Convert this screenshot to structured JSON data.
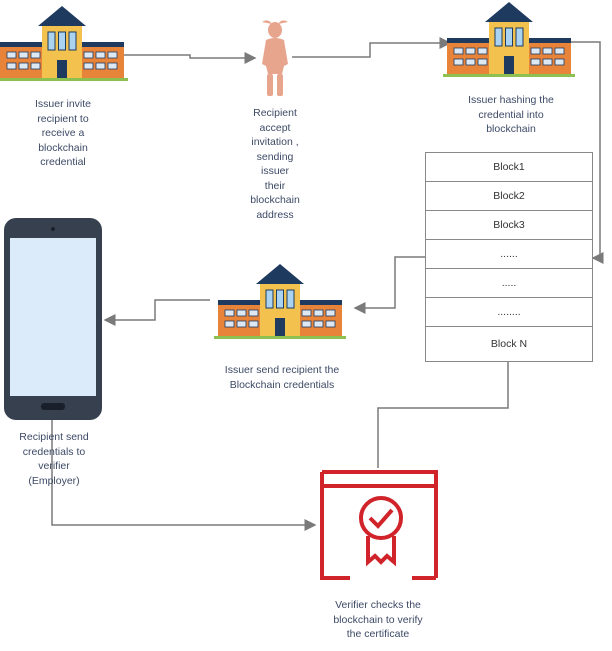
{
  "captions": {
    "issuer_invite": "Issuer invite\nrecipient to\nreceive a\nblockchain\ncredential",
    "recipient_accept": "Recipient\naccept\ninvitation ,\nsending\nissuer\ntheir\nblockchain\naddress",
    "issuer_hashing": "Issuer hashing the\ncredential into\nblockchain",
    "issuer_send": "Issuer send recipient the\nBlockchain credentials",
    "recipient_send": "Recipient send\ncredentials to\nverifier\n(Employer)",
    "verifier_checks": "Verifier checks the\nblockchain to verify\nthe certificate"
  },
  "blockchain": {
    "blocks": [
      "Block1",
      "Block2",
      "Block3",
      "......",
      ".....",
      "........",
      "Block N"
    ]
  },
  "colors": {
    "building_wall": "#e8833a",
    "building_center": "#f2c14e",
    "roof": "#1f3a5f",
    "phone_body": "#37404f",
    "phone_screen": "#dcebfa",
    "certificate": "#d0232a",
    "person": "#e8a58e",
    "connector": "#7a7a7a",
    "caption_text": "#3d4a66"
  }
}
